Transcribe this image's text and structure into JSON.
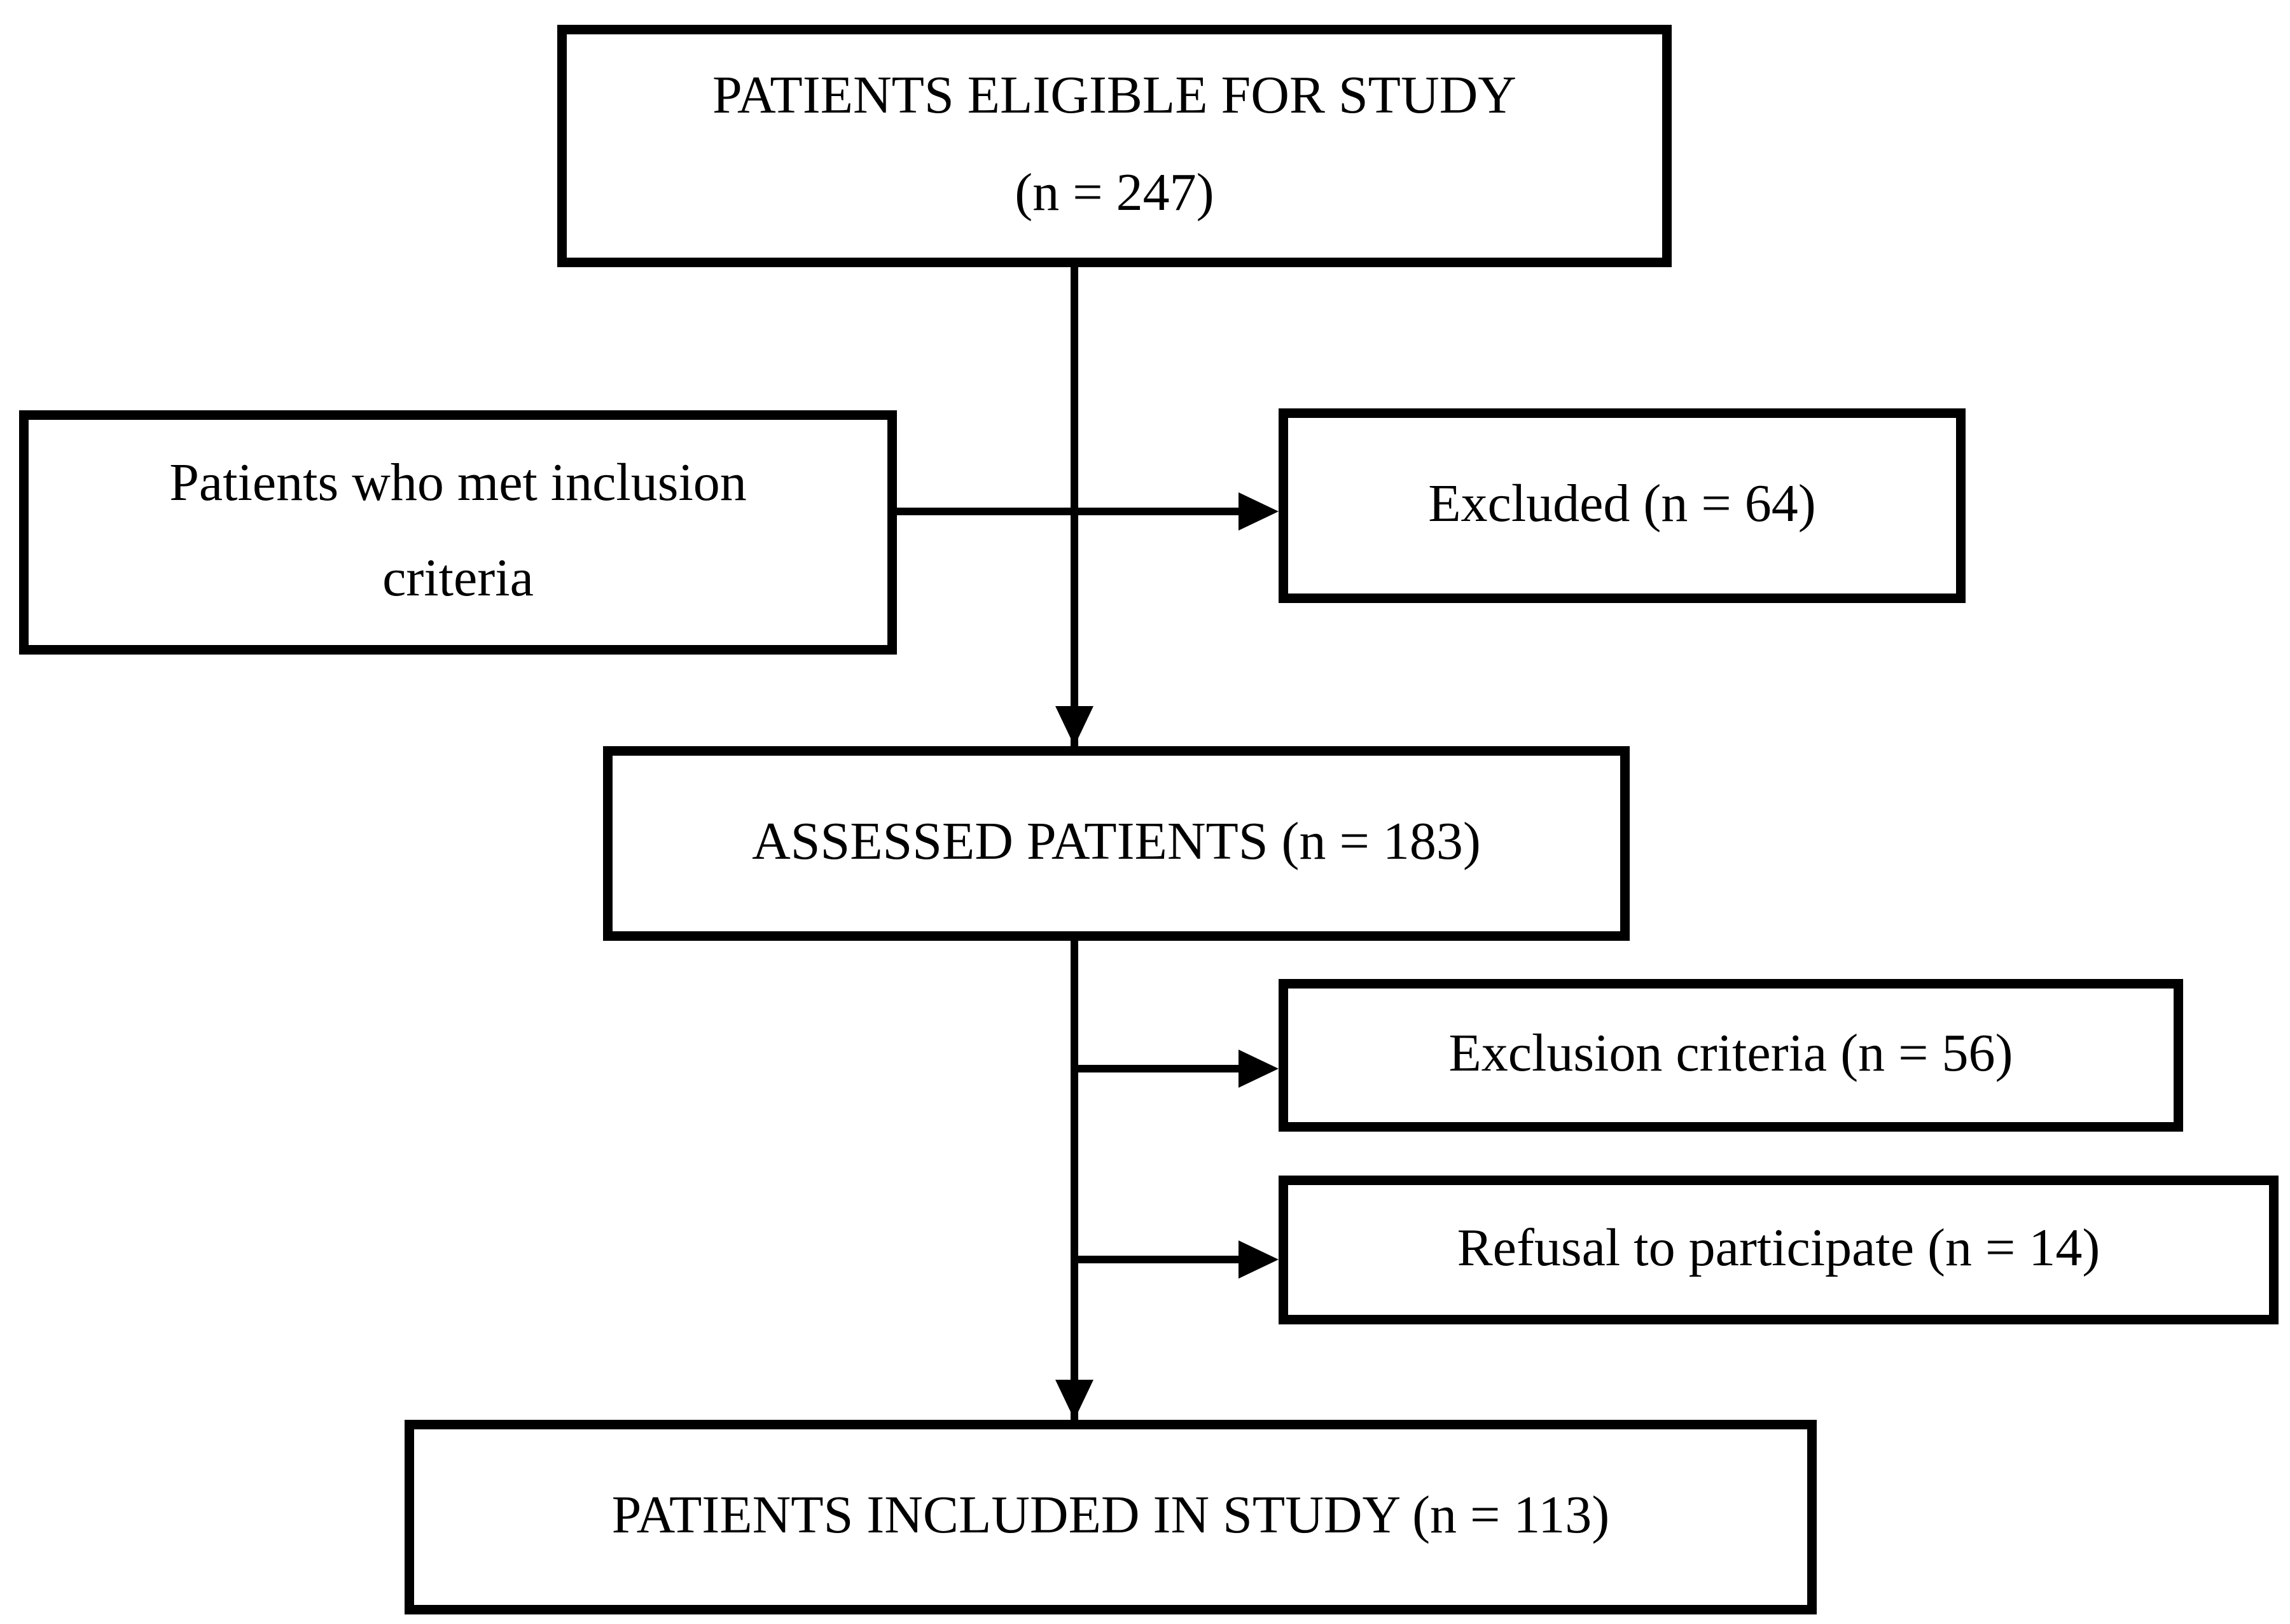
{
  "figure": {
    "type": "patient-flow-diagram",
    "background_color": "#ffffff",
    "line_color": "#000000",
    "text_color": "#000000"
  },
  "boxes": {
    "eligible": {
      "line1": "PATIENTS ELIGIBLE FOR STUDY",
      "line2": "(n = 247)"
    },
    "inclusion": {
      "line1": "Patients who met inclusion",
      "line2": "criteria"
    },
    "excluded": {
      "label": "Excluded (n = 64)"
    },
    "assessed": {
      "label": "ASSESSED PATIENTS (n = 183)"
    },
    "exclusion_criteria": {
      "label": "Exclusion criteria (n = 56)"
    },
    "refusal": {
      "label": "Refusal to participate (n = 14)"
    },
    "included": {
      "label": "PATIENTS INCLUDED IN STUDY (n = 113)"
    }
  }
}
